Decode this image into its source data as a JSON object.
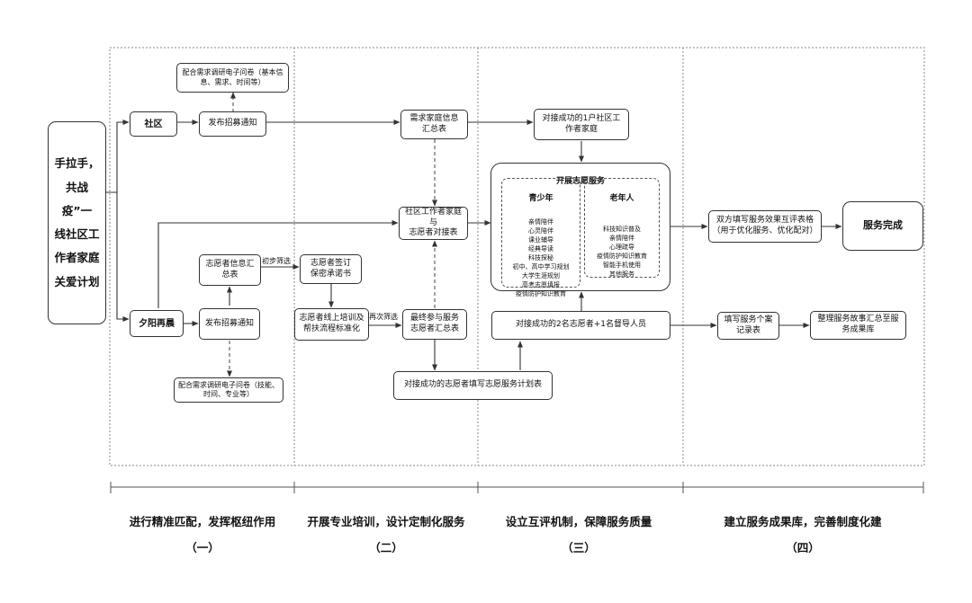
{
  "main_title": "手拉手，\n共战疫”一\n线社区工\n作者家庭\n关爱计划",
  "community": "社区",
  "elders": "夕阳再晨",
  "publish_notice_top": "发布招募通知",
  "publish_notice_bottom": "发布招募通知",
  "questionnaire_top": "配合需求调研电子问卷（基本信\n息、需求、时间等）",
  "questionnaire_bottom": "配合需求调研电子问卷（技能、\n时间、专业等）",
  "volunteer_info": "志愿者信息汇\n总表",
  "initial_screen": "初步筛选",
  "sign_promise": "志愿者签订\n保密承诺书",
  "online_training": "志愿者线上培训及\n帮扶流程标准化",
  "rescreen": "再次筛选",
  "final_volunteers": "最终参与服务\n志愿者汇总表",
  "family_needs": "需求家庭信息\n汇总表",
  "matching": "社区工作者家庭与\n志愿者对接表",
  "plan_form": "对接成功的志愿者填写志愿服务计划表",
  "matched_family": "对接成功的1户社区工\n作者家庭",
  "matched_volunteers": "对接成功的2名志愿者+1名督导人员",
  "service": {
    "title": "开展志愿服务",
    "youth_title": "青少年",
    "youth_items": [
      "亲情陪伴",
      "心灵陪伴",
      "课业辅导",
      "经典导读",
      "科技探秘",
      "初中、高中学习规划",
      "大学生涯规划",
      "高考志愿填报",
      "疫情防护知识教育"
    ],
    "elder_title": "老年人",
    "elder_items": [
      "科技知识普及",
      "亲情陪伴",
      "心理疏导",
      "疫情防护知识教育",
      "智能手机使用",
      "其他服务"
    ]
  },
  "evaluation": "双方填写服务效果互评表格\n（用于优化服务、优化配对）",
  "service_done": "服务完成",
  "case_record": "填写服务个案\n记录表",
  "story_archive": "整理服务故事汇总至服\n务成果库",
  "columns": [
    {
      "title": "进行精准匹配，发挥枢纽作用",
      "num": "（一）"
    },
    {
      "title": "开展专业培训，设计定制化服务",
      "num": "（二）"
    },
    {
      "title": "设立互评机制，保障服务质量",
      "num": "（三）"
    },
    {
      "title": "建立服务成果库，完善制度化建",
      "num": "（四）"
    }
  ]
}
